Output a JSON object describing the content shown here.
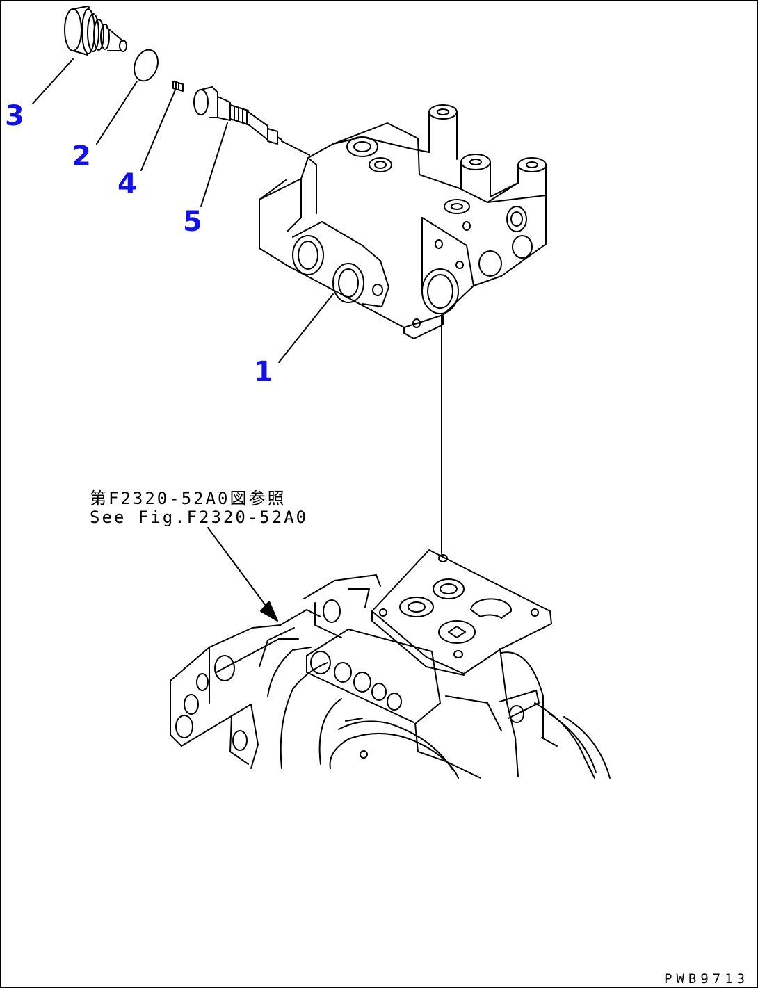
{
  "callouts": {
    "part_1": "1",
    "part_2": "2",
    "part_3": "3",
    "part_4": "4",
    "part_5": "5"
  },
  "reference": {
    "line_jp": "第F2320-52A0図参照",
    "line_en": "See Fig.F2320-52A0"
  },
  "drawing_number": "PWB9713",
  "colors": {
    "callout": "#1212e6",
    "linework": "#000000",
    "background": "#ffffff"
  }
}
